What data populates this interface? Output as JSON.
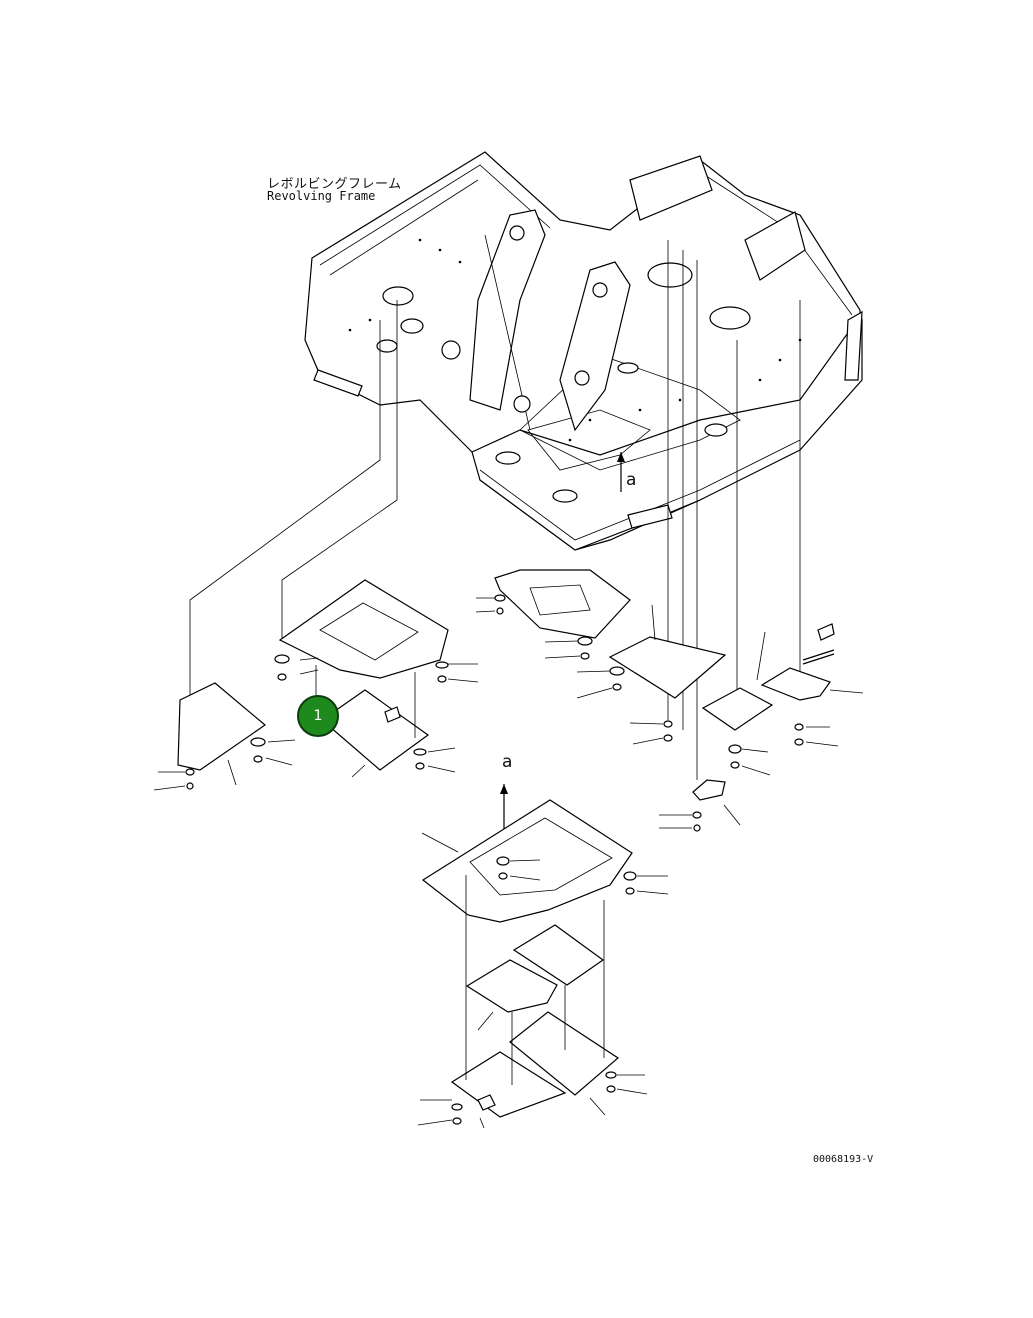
{
  "frame_label": {
    "japanese": "レボルビングフレーム",
    "english": "Revolving Frame"
  },
  "view_marker": {
    "upper": "a",
    "lower": "a"
  },
  "callout": {
    "number": "1"
  },
  "drawing_number": "00068193-V",
  "colors": {
    "callout_fill": "#1e8a1e",
    "line": "#000000",
    "background": "#ffffff"
  }
}
